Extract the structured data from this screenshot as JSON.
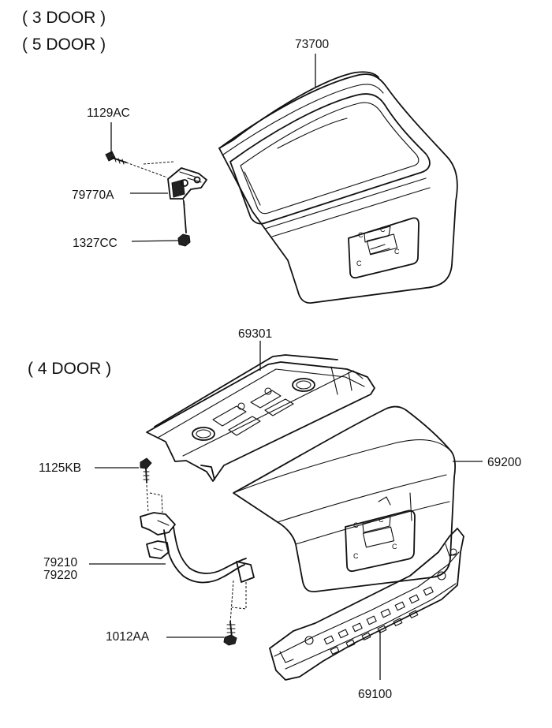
{
  "headers": {
    "three_door": "( 3 DOOR )",
    "five_door": "( 5 DOOR )",
    "four_door": "( 4 DOOR )"
  },
  "parts": {
    "tailgate": "73700",
    "bolt_upper": "1129AC",
    "hinge_upper": "79770A",
    "nut_upper": "1327CC",
    "panel_back_upper": "69301",
    "bolt_trunk": "1125KB",
    "trunk_lid": "69200",
    "hinge_trunk_a": "79210",
    "hinge_trunk_b": "79220",
    "bolt_lower": "1012AA",
    "panel_back_lower": "69100"
  }
}
